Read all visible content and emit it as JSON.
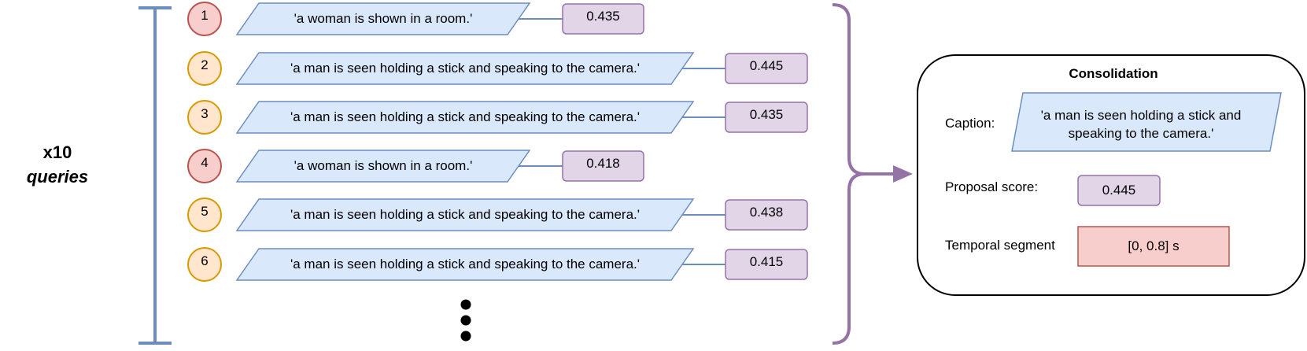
{
  "x_label": {
    "line1": "x10",
    "line2": "queries"
  },
  "queries": [
    {
      "num": "1",
      "caption": "'a woman is shown in a room.'",
      "score": "0.435",
      "tone": "red"
    },
    {
      "num": "2",
      "caption": "'a man is seen holding a stick and speaking to the camera.'",
      "score": "0.445",
      "tone": "orange"
    },
    {
      "num": "3",
      "caption": "'a man is seen holding a stick and speaking to the camera.'",
      "score": "0.435",
      "tone": "orange"
    },
    {
      "num": "4",
      "caption": "'a woman is shown in a room.'",
      "score": "0.418",
      "tone": "red"
    },
    {
      "num": "5",
      "caption": "'a man is seen holding a stick and speaking to the camera.'",
      "score": "0.438",
      "tone": "orange"
    },
    {
      "num": "6",
      "caption": "'a man is seen holding a stick and speaking to the camera.'",
      "score": "0.415",
      "tone": "orange"
    }
  ],
  "consolidation": {
    "title": "Consolidation",
    "caption_label": "Caption:",
    "caption_value": "'a man is seen holding a stick and speaking to the camera.'",
    "proposal_label": "Proposal score:",
    "proposal_value": "0.445",
    "segment_label": "Temporal segment",
    "segment_value": "[0, 0.8] s"
  },
  "colors": {
    "bracket": "#6c8ebf",
    "caption_fill": "#dae8fc",
    "caption_stroke": "#6c8ebf",
    "score_fill": "#e1d5e7",
    "score_stroke": "#9673a6",
    "red_fill": "#f8cecc",
    "red_stroke": "#b85450",
    "orange_fill": "#ffe6cc",
    "orange_stroke": "#d79b00",
    "curly": "#9673a6",
    "segment_fill": "#f8cecc",
    "segment_stroke": "#b85450"
  },
  "icons": [
    "ellipsis-vertical-icon",
    "arrow-right-icon",
    "curly-brace-icon"
  ]
}
